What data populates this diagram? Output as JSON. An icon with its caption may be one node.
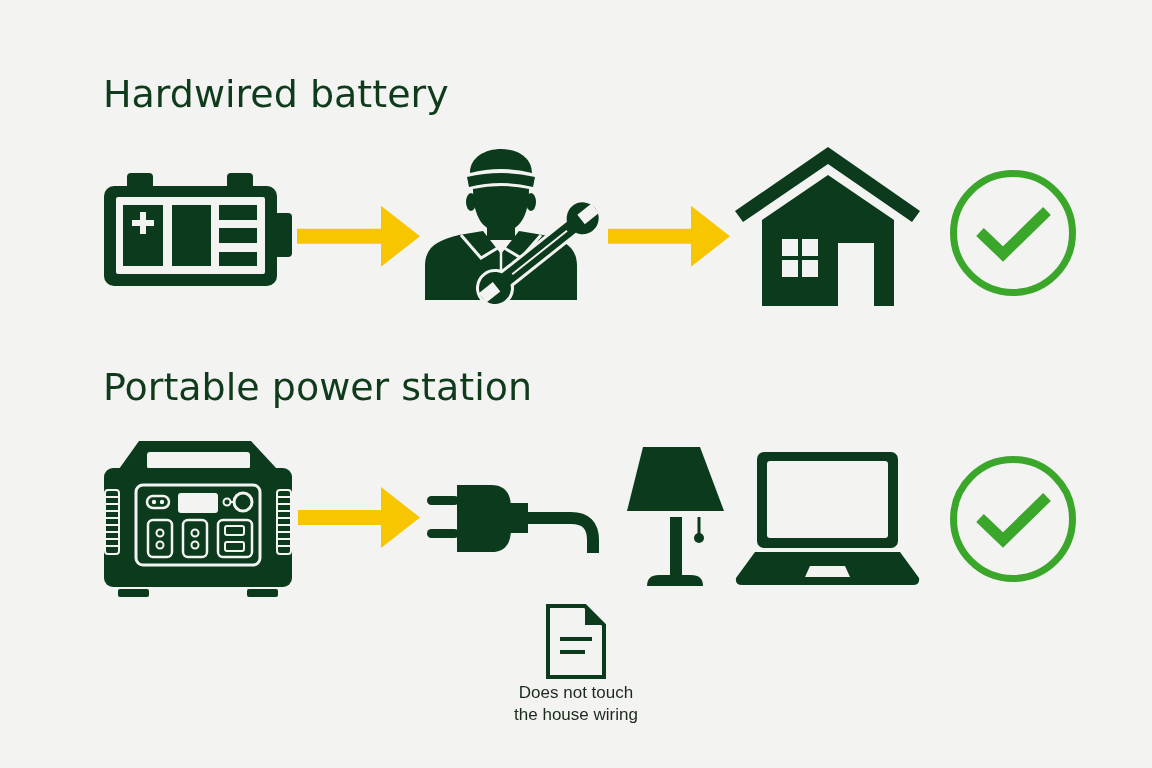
{
  "diagram": {
    "nodes": [
      {
        "text": [],
        "shape": "picture"
      },
      {
        "text": [],
        "shape": "picture"
      },
      {
        "text": [],
        "shape": "picture"
      },
      {
        "text": [],
        "shape": "picture"
      },
      {
        "text": [],
        "shape": "picture"
      },
      {
        "text": [],
        "shape": "picture"
      },
      {
        "text": [],
        "shape": "picture"
      }
    ],
    "edges": [
      {
        "from": 0,
        "to": 1,
        "arrow": "to"
      },
      {
        "from": 1,
        "to": 2,
        "arrow": "to"
      },
      {
        "from": 3,
        "to": 4,
        "arrow": "to"
      }
    ],
    "labels": [
      "Hardwired battery",
      "Portable power station",
      "Does not touch the house wiring"
    ]
  }
}
